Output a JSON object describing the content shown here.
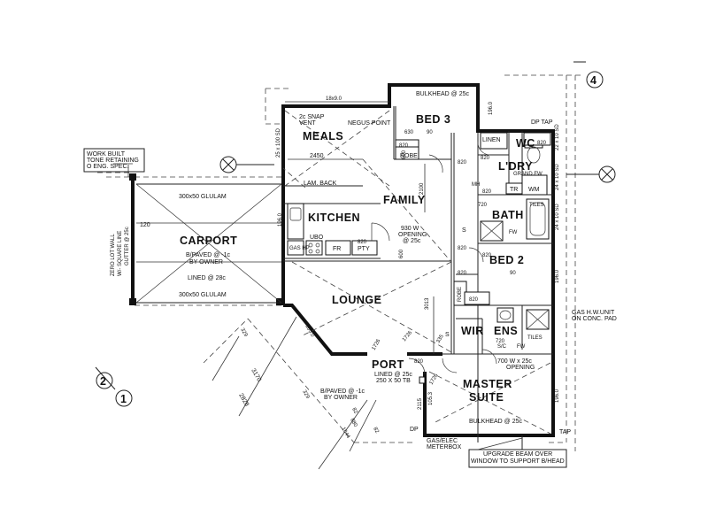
{
  "rooms": {
    "meals": "MEALS",
    "bed3": "BED 3",
    "family": "FAMILY",
    "kitchen": "KITCHEN",
    "carport": "CARPORT",
    "lounge": "LOUNGE",
    "bath": "BATH",
    "bed2": "BED 2",
    "ldry": "L'DRY",
    "wc": "WC",
    "wir": "WIR",
    "ens": "ENS",
    "port": "PORT",
    "master1": "MASTER",
    "master2": "SUITE"
  },
  "notes": {
    "work_built_1": "WORK BUILT",
    "work_built_2": "TONE RETAINING",
    "work_built_3": "O ENG. SPEC.",
    "zero_lot_1": "ZERO LOT WALL",
    "zero_lot_2": "W/- SQUARE LINE",
    "zero_lot_3": "GUTTER @ 25c",
    "glulam_top": "300x50 GLULAM",
    "glulam_bottom": "300x50 GLULAM",
    "carport_paved_1": "B/PAVED @ -1c",
    "carport_paved_2": "BY OWNER",
    "carport_lined": "LINED @ 28c",
    "port_paved_1": "B/PAVED @ -1c",
    "port_paved_2": "BY OWNER",
    "port_lined": "LINED @ 25c",
    "port_beam": "250 X 50 TB",
    "bulkhead_top": "BULKHEAD @ 25c",
    "bulkhead_bottom": "BULKHEAD @ 25c",
    "snap_vent_1": "2c SNAP",
    "snap_vent_2": "VENT",
    "negus": "NEGUS POINT",
    "lam_back": "LAM. BACK",
    "opening_1": "930 W",
    "opening_2": "OPENING",
    "opening_3": "@ 25c",
    "ens_opening_1": "700 W x 25c",
    "ens_opening_2": "OPENING",
    "linen": "LINEN",
    "dp_tap": "DP TAP",
    "grand_fw": "GRAND FW",
    "gas_hw_1": "GAS H.W.UNIT",
    "gas_hw_2": "ON CONC. PAD",
    "gas_elec_1": "GAS/ELEC",
    "gas_elec_2": "METERBOX",
    "upgrade_1": "UPGRADE BEAM OVER",
    "upgrade_2": "WINDOW TO SUPPORT B/HEAD",
    "tiles_bath": "TILES",
    "tiles_ens": "TILES",
    "fw_bath": "FW",
    "fw_ens": "FW",
    "sc": "S/C",
    "dp": "DP",
    "tap": "TAP"
  },
  "fixtures": {
    "robe_bed3": "ROBE",
    "robe_bed2": "ROBE",
    "ubo": "UBO",
    "fr": "FR",
    "pty": "PTY",
    "gas_hp": "GAS HP",
    "mh": "MH",
    "tr": "TR",
    "wm": "WM",
    "s_family": "S",
    "s_wir": "S"
  },
  "dimensions": {
    "d18x9": "18x9.0",
    "d2450": "2450",
    "d25x100": "25 x 100 SD",
    "d2100": "2100",
    "d196a": "196.0",
    "d196b": "196.0",
    "d196c": "196.0",
    "d196d": "196.0",
    "d120": "120",
    "d820a": "820",
    "d820b": "820",
    "d820c": "820",
    "d820d": "820",
    "d820e": "820",
    "d820f": "820",
    "d820g": "820",
    "d820h": "820",
    "d820i": "820",
    "d820j": "820",
    "d820k": "820",
    "d720a": "720",
    "d720b": "720",
    "d600a": "600",
    "d600b": "600",
    "d630": "630",
    "d90a": "90",
    "d90b": "90",
    "d3013": "3013",
    "d1726a": "1726",
    "d1726b": "1726",
    "d1726c": "1726",
    "d335": "335",
    "d3170": "3170",
    "d2828": "2828",
    "d329a": "329",
    "d329b": "329",
    "d1050": "105.0",
    "d2115": "2115",
    "d105": "105.3",
    "d82": "82",
    "d880": "880",
    "d1044": "1044",
    "d82b": "82",
    "d2410a": "24 x 10 SD",
    "d2410b": "24 x 10 SD",
    "d2410c": "22 x 10 SD"
  },
  "markers": {
    "four": "4",
    "two": "2",
    "one": "1"
  },
  "icons": [
    "section-x-icon",
    "grid-reference-icon",
    "door-swing-icon",
    "sink-icon",
    "bathtub-icon",
    "shower-icon",
    "toilet-icon",
    "stove-icon"
  ]
}
